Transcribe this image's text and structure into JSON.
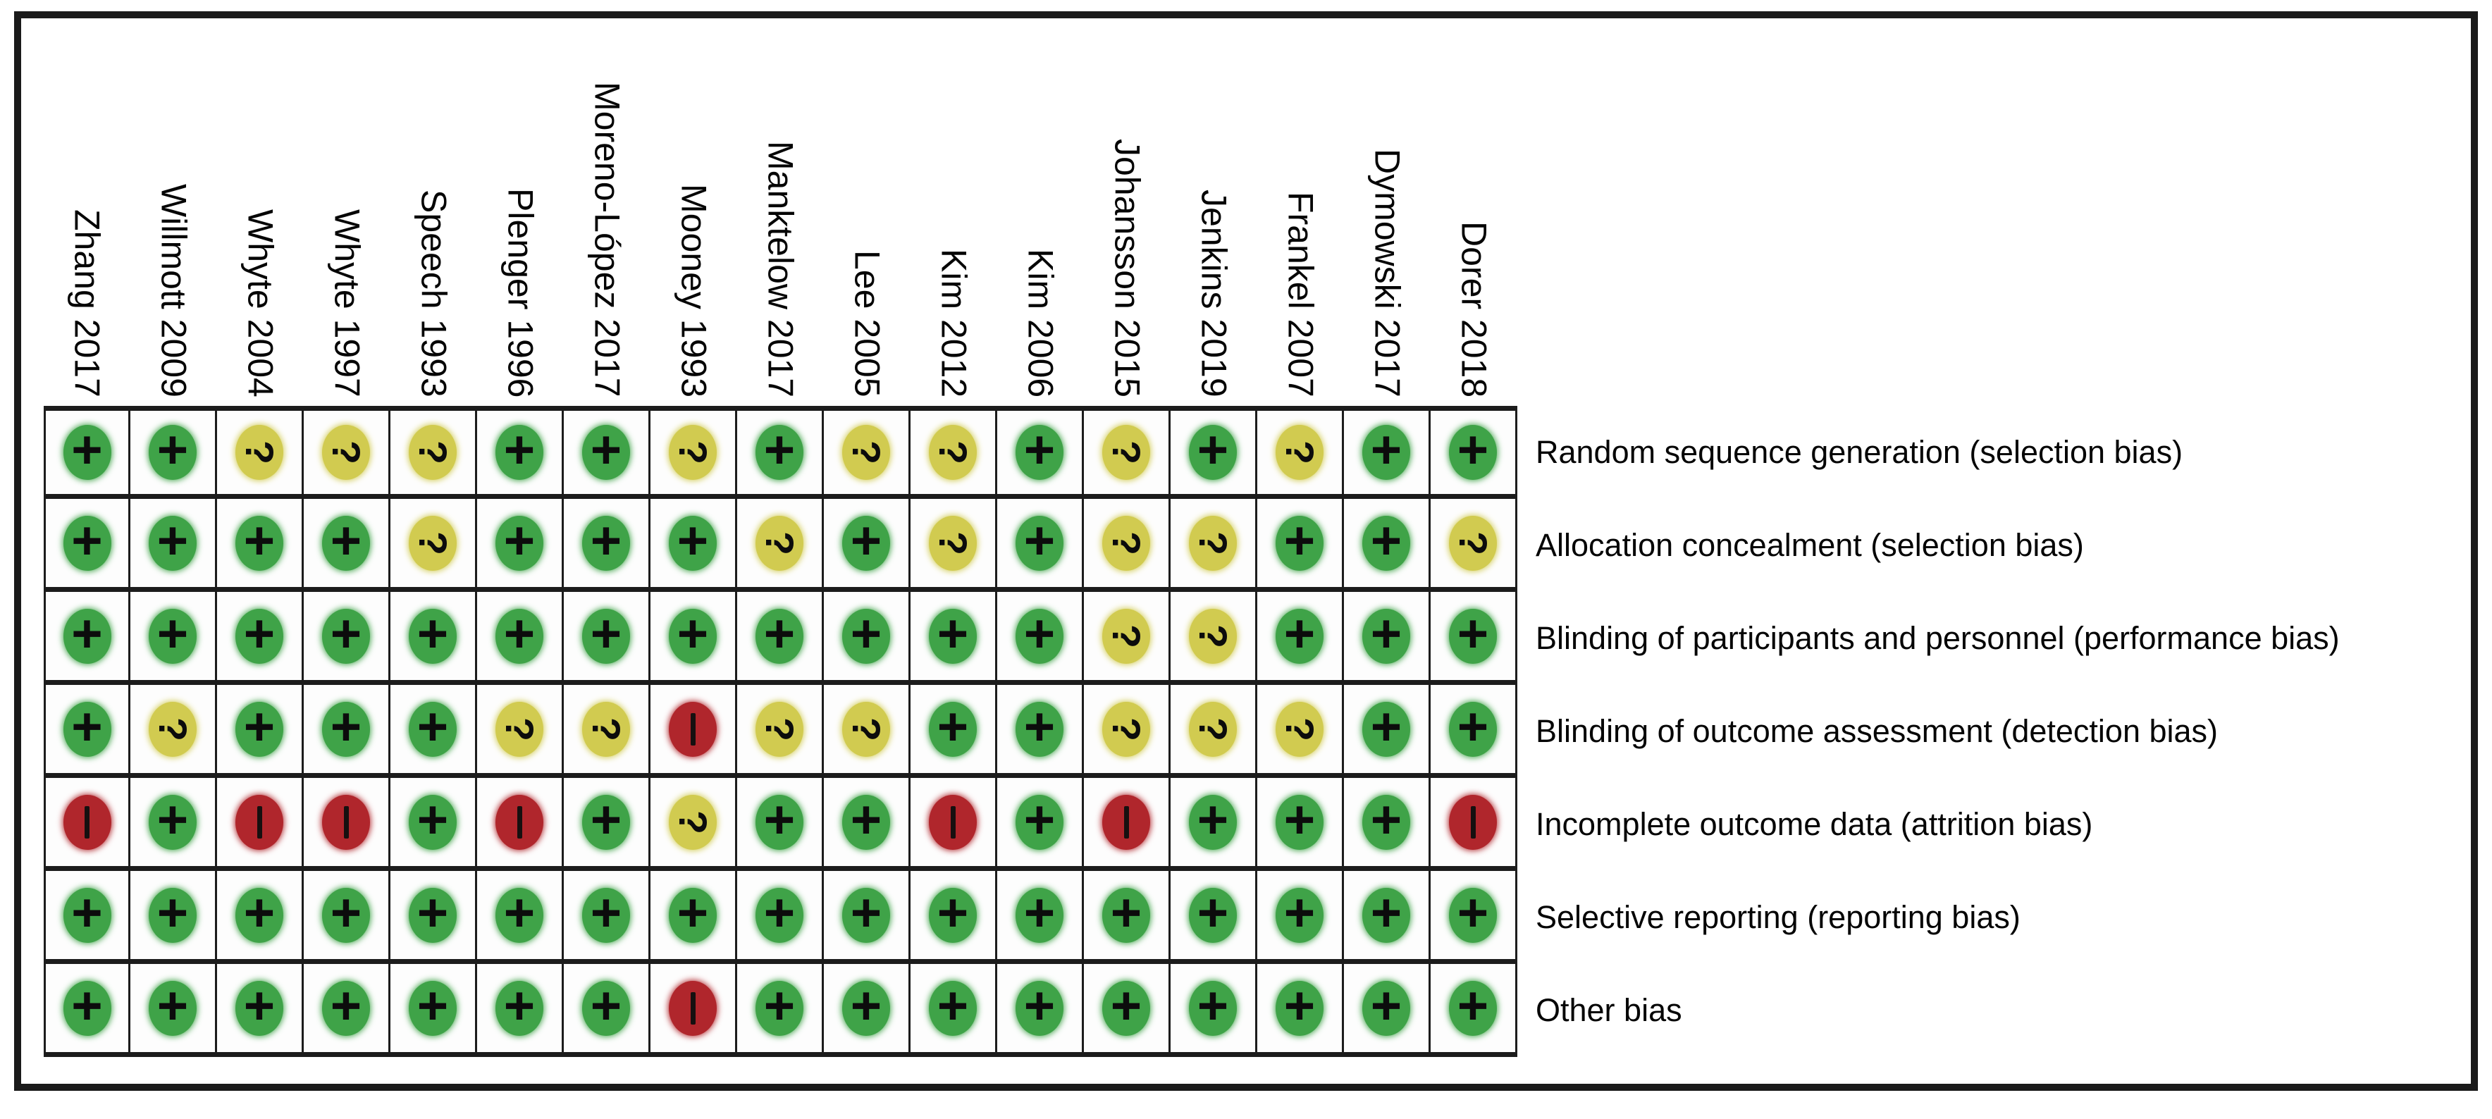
{
  "figure": {
    "name": "Risk of bias summary",
    "background_color": "#ffffff",
    "border_color": "#1a1a1a"
  },
  "chart_data": {
    "type": "heatmap",
    "title": "",
    "columns": [
      "Zhang 2017",
      "Willmott 2009",
      "Whyte 2004",
      "Whyte 1997",
      "Speech 1993",
      "Plenger 1996",
      "Moreno-López 2017",
      "Mooney 1993",
      "Manktelow 2017",
      "Lee 2005",
      "Kim 2012",
      "Kim 2006",
      "Johansson 2015",
      "Jenkins 2019",
      "Frankel 2007",
      "Dymowski 2017",
      "Dorer 2018"
    ],
    "rows": [
      "Random sequence generation (selection bias)",
      "Allocation concealment (selection bias)",
      "Blinding of participants and personnel (performance bias)",
      "Blinding of outcome assessment (detection bias)",
      "Incomplete outcome data (attrition bias)",
      "Selective reporting (reporting bias)",
      "Other bias"
    ],
    "values": [
      [
        "+",
        "+",
        "?",
        "?",
        "?",
        "+",
        "+",
        "?",
        "+",
        "?",
        "?",
        "+",
        "?",
        "+",
        "?",
        "+",
        "+"
      ],
      [
        "+",
        "+",
        "+",
        "+",
        "?",
        "+",
        "+",
        "+",
        "?",
        "+",
        "?",
        "+",
        "?",
        "?",
        "+",
        "+",
        "?"
      ],
      [
        "+",
        "+",
        "+",
        "+",
        "+",
        "+",
        "+",
        "+",
        "+",
        "+",
        "+",
        "+",
        "?",
        "?",
        "+",
        "+",
        "+"
      ],
      [
        "+",
        "?",
        "+",
        "+",
        "+",
        "?",
        "?",
        "-",
        "?",
        "?",
        "+",
        "+",
        "?",
        "?",
        "?",
        "+",
        "+"
      ],
      [
        "-",
        "+",
        "-",
        "-",
        "+",
        "-",
        "+",
        "?",
        "+",
        "+",
        "-",
        "+",
        "-",
        "+",
        "+",
        "+",
        "-"
      ],
      [
        "+",
        "+",
        "+",
        "+",
        "+",
        "+",
        "+",
        "+",
        "+",
        "+",
        "+",
        "+",
        "+",
        "+",
        "+",
        "+",
        "+"
      ],
      [
        "+",
        "+",
        "+",
        "+",
        "+",
        "+",
        "+",
        "-",
        "+",
        "+",
        "+",
        "+",
        "+",
        "+",
        "+",
        "+",
        "+"
      ]
    ],
    "symbol_colors": {
      "+": "#3fa348",
      "?": "#d1cb50",
      "-": "#b0262c"
    },
    "symbol_icon_names": {
      "+": "judgement-low-risk-icon",
      "?": "judgement-unclear-risk-icon",
      "-": "judgement-high-risk-icon"
    },
    "layout_hints": {
      "column_labels_orientation": "vertical-top-to-bottom",
      "row_labels_position": "right",
      "grid": "on",
      "legend_position": "none"
    }
  }
}
